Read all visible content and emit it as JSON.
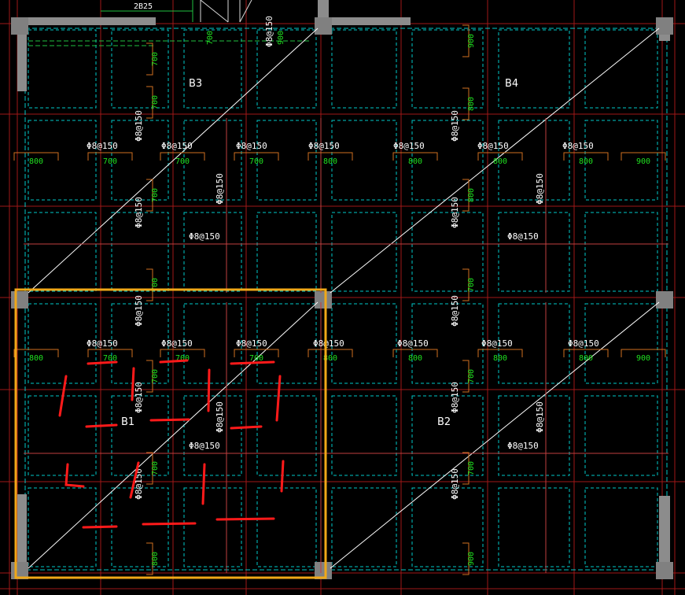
{
  "top_tag": "2B25",
  "slab_labels": [
    {
      "id": "b3",
      "text": "B3"
    },
    {
      "id": "b4",
      "text": "B4"
    },
    {
      "id": "b1",
      "text": "B1"
    },
    {
      "id": "b2",
      "text": "B2"
    }
  ],
  "rebar_label": "Φ8@150",
  "row1_dims": [
    "800",
    "700",
    "700",
    "700",
    "800",
    "800",
    "800",
    "800",
    "900"
  ],
  "row2_dims": [
    "800",
    "700",
    "700",
    "700",
    "800",
    "800",
    "800",
    "800",
    "900"
  ],
  "col_dims_left": [
    "700",
    "700",
    "700",
    "700",
    "700",
    "700",
    "800"
  ],
  "col_dims_right": [
    "900",
    "800",
    "800",
    "700",
    "700",
    "700",
    "900"
  ],
  "top_dims": [
    "700",
    "900"
  ],
  "colors": {
    "background": "#000000",
    "grid_red": "#a01818",
    "dashed_cyan": "#00c8c8",
    "dashed_green": "#20c040",
    "column_gray": "#808080",
    "beam_gray": "#8c8c8c",
    "rebar_white": "#ffffff",
    "highlight_orange": "#f0a818",
    "markup_red": "#ff1a1a",
    "dim_green": "#20e020",
    "tick_orange": "#d07020"
  }
}
